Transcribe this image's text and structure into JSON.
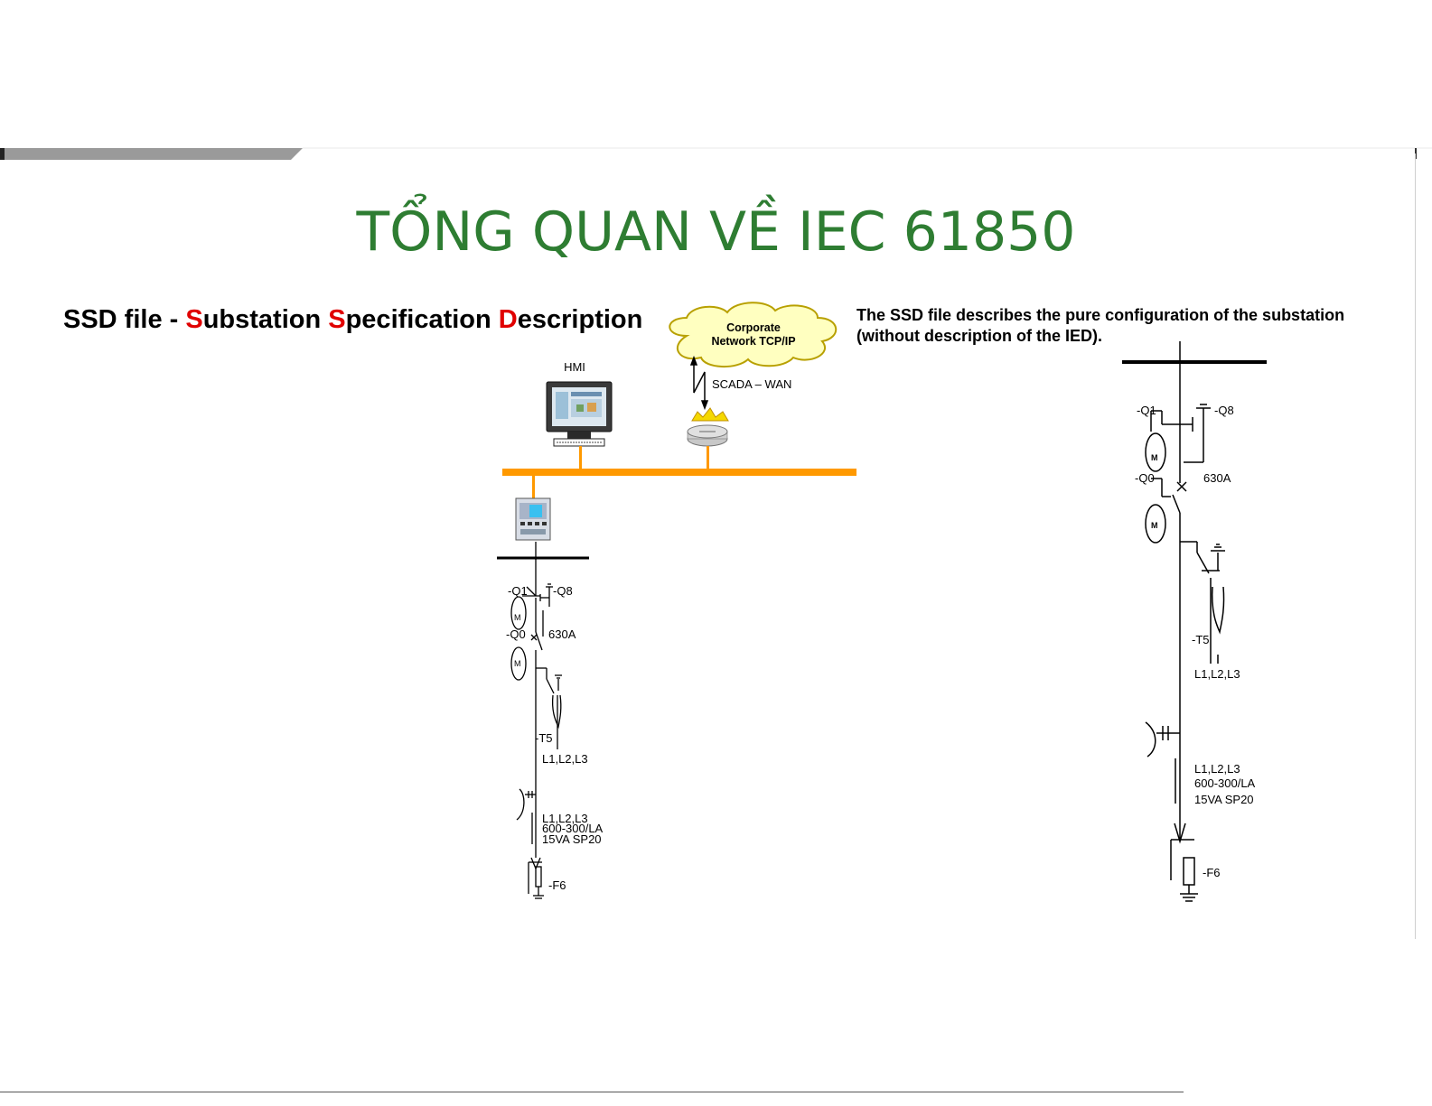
{
  "title": "TỔNG QUAN VỀ IEC 61850",
  "heading": {
    "parts": [
      "SSD file - ",
      "S",
      "ubstation ",
      "S",
      "pecification ",
      "D",
      "escription"
    ],
    "highlight_color": "#e00000"
  },
  "description": {
    "line1": "The SSD file describes the pure configuration of the substation",
    "line2": " (without description of the IED)."
  },
  "network": {
    "cloud_line1": "Corporate",
    "cloud_line2": "Network TCP/IP",
    "hmi_label": "HMI",
    "wan_label": "SCADA  – WAN",
    "bus_color": "#ff9900"
  },
  "left_diagram": {
    "q1": "-Q1",
    "q8": "-Q8",
    "q0": "-Q0",
    "rating": "630A",
    "motor1": "M",
    "motor2": "M",
    "t5": "-T5",
    "phases": "L1,L2,L3",
    "ct_line1": "L1,L2,L3",
    "ct_line2": "600-300/LA",
    "ct_line3": "15VA SP20",
    "f6": "-F6"
  },
  "right_diagram": {
    "q1": "-Q1",
    "q8": "-Q8",
    "q0": "-Q0",
    "rating": "630A",
    "motor1": "M",
    "motor2": "M",
    "t5": "-T5",
    "phases": "L1,L2,L3",
    "ct_line1": "L1,L2,L3",
    "ct_line2": "600-300/LA",
    "ct_line3": "15VA SP20",
    "f6": "-F6"
  },
  "colors": {
    "title": "#2e7d32",
    "bar": "#909090"
  }
}
